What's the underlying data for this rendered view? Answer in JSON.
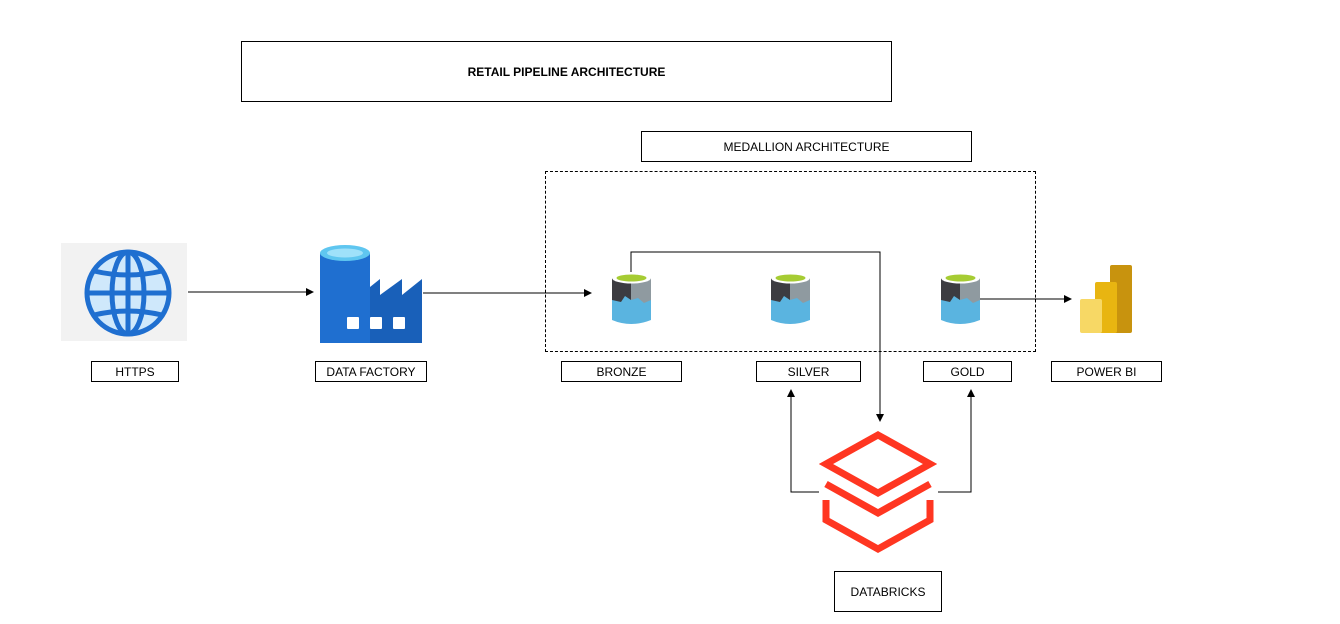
{
  "title": "RETAIL PIPELINE ARCHITECTURE",
  "group_label": "MEDALLION ARCHITECTURE",
  "nodes": {
    "https": "HTTPS",
    "data_factory": "DATA FACTORY",
    "bronze": "BRONZE",
    "silver": "SILVER",
    "gold": "GOLD",
    "power_bi": "POWER BI",
    "databricks": "DATABRICKS"
  },
  "icons": {
    "https": "globe-icon",
    "data_factory": "azure-data-factory-icon",
    "bronze": "data-lake-storage-icon",
    "silver": "data-lake-storage-icon",
    "gold": "data-lake-storage-icon",
    "power_bi": "power-bi-icon",
    "databricks": "databricks-icon"
  },
  "colors": {
    "databricks": "#ff3621",
    "azure_blue": "#1f6fd0",
    "storage_top": "#a6cc33",
    "storage_dark": "#3c3c41",
    "storage_light": "#5ab4e0",
    "power_bi_gold": "#f2c811"
  }
}
